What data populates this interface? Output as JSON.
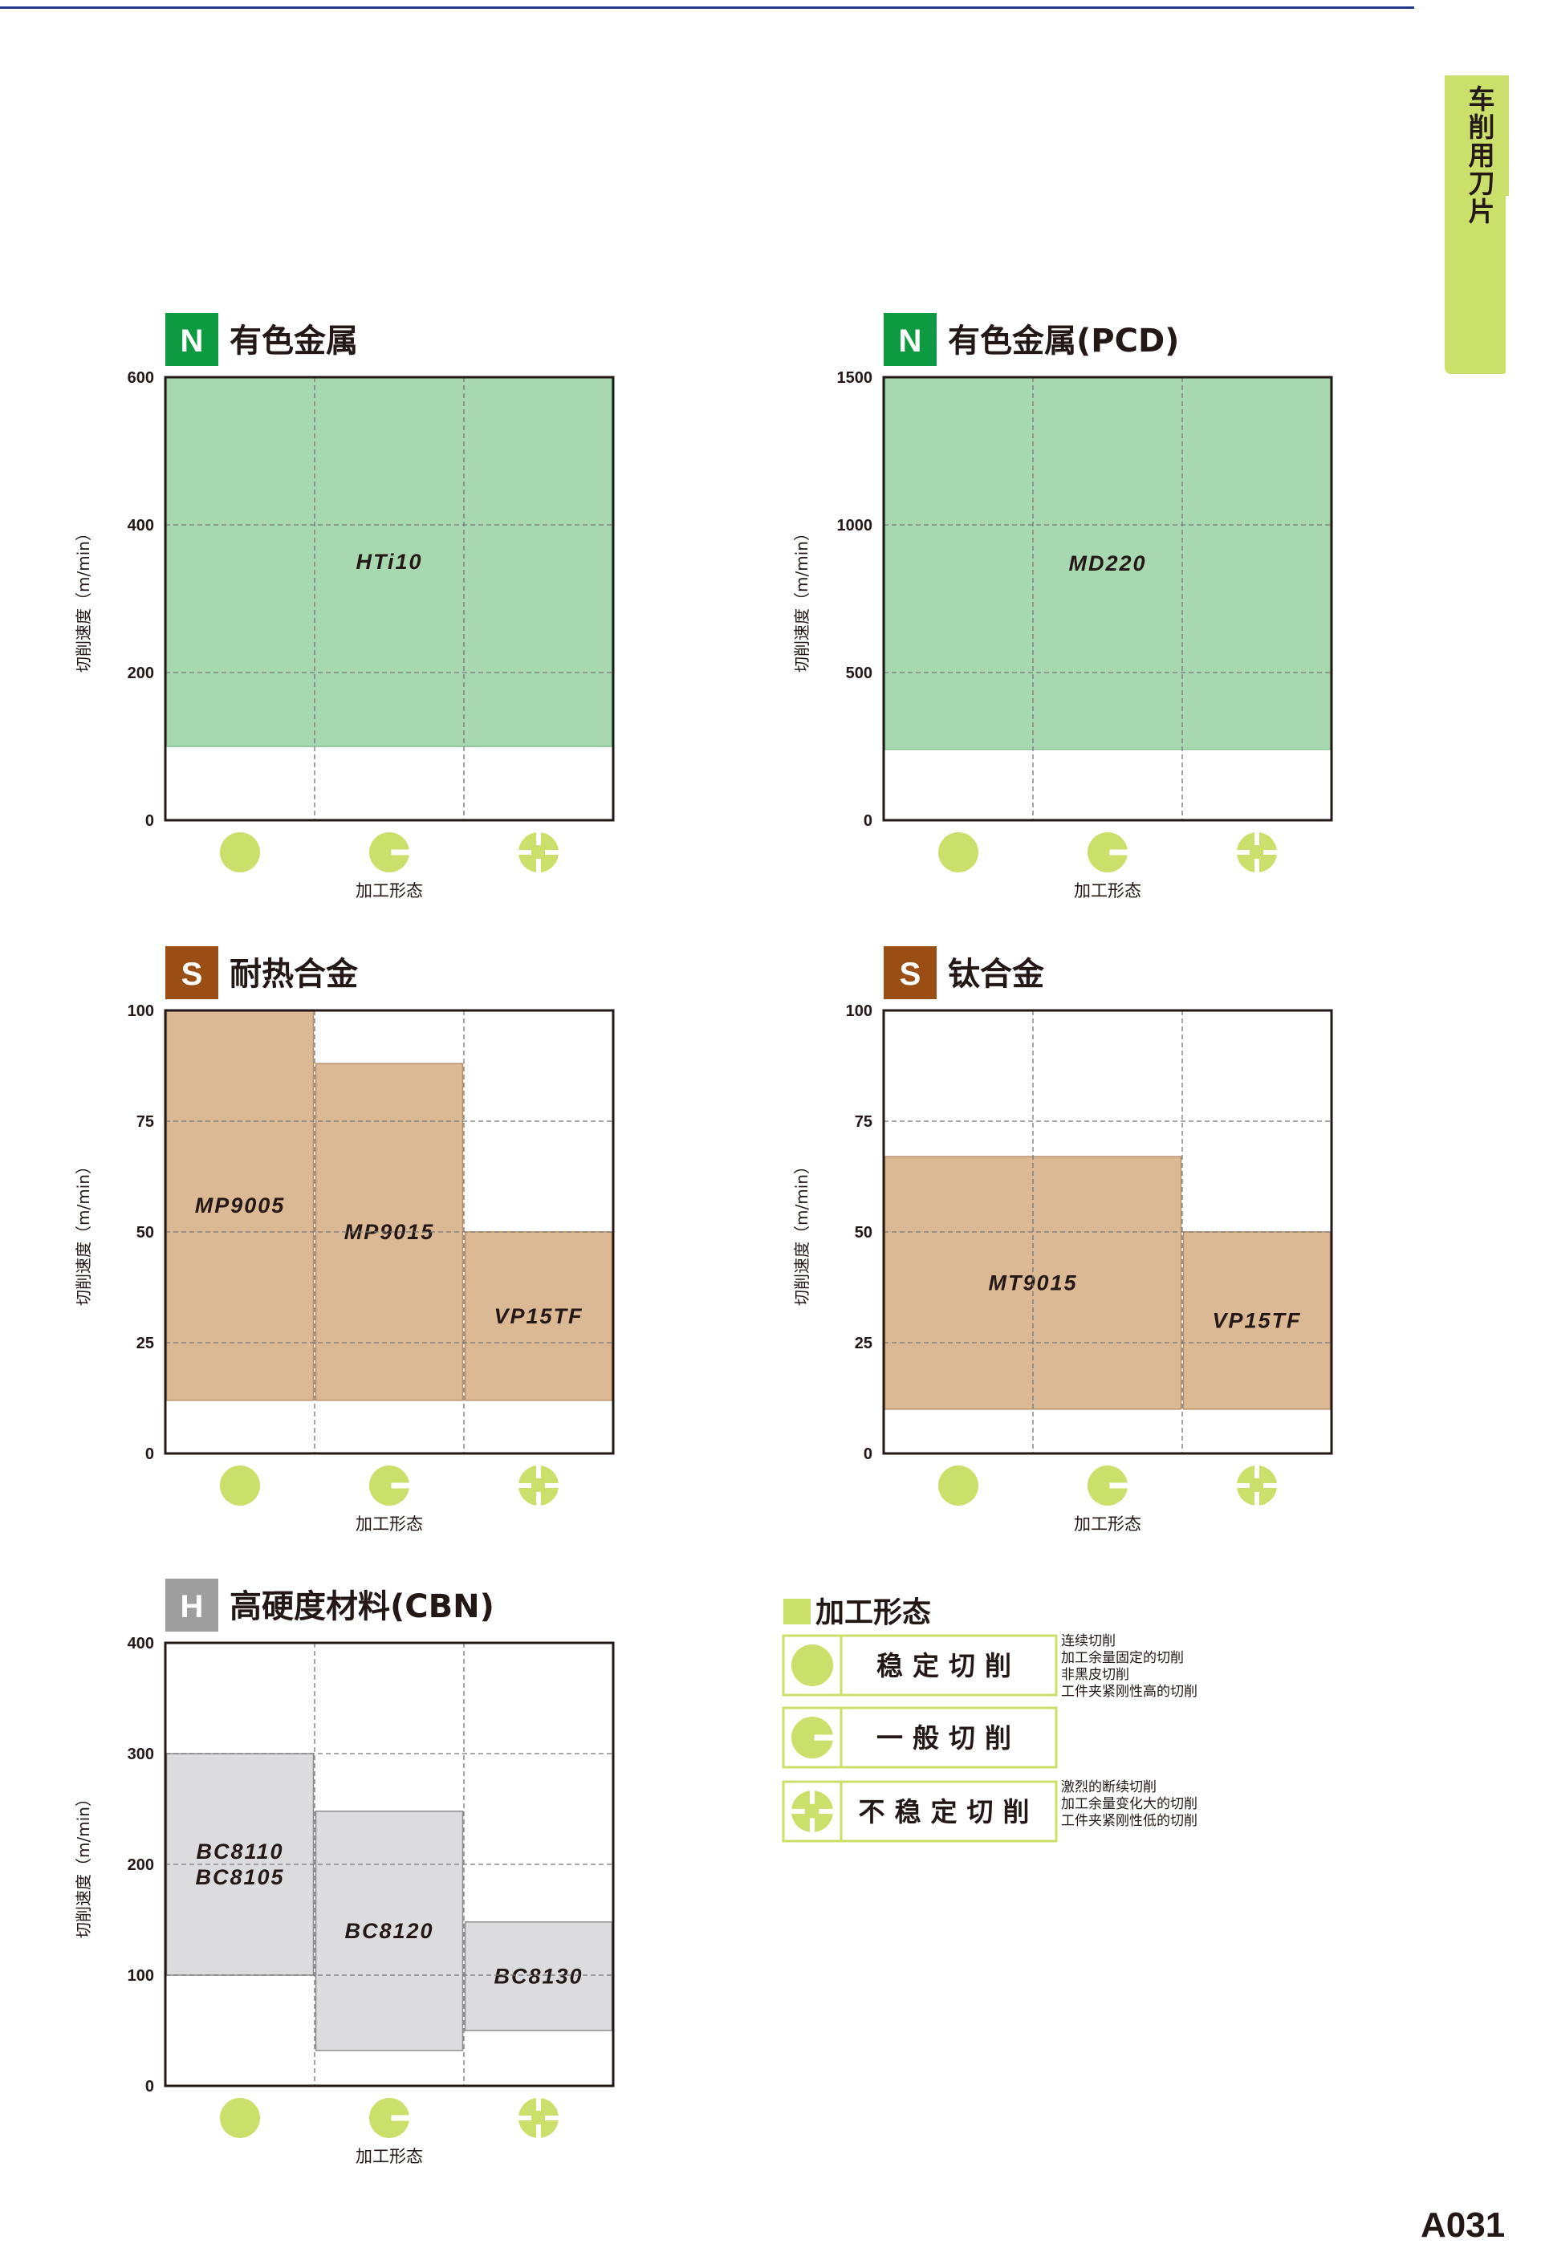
{
  "side_tab": {
    "label": "车削用刀片"
  },
  "page_number": "A031",
  "colors": {
    "N": "#0e9a40",
    "S": "#9a4e13",
    "H": "#9e9e9e",
    "fill_N": "#a8d8b0",
    "fill_S": "#dbb995",
    "fill_H": "#dcdcde",
    "accent": "#cbe06a",
    "icon": "#cbe06a"
  },
  "chart_data": [
    {
      "type": "bar",
      "badge": "N",
      "title": "有色金属",
      "ylabel": "切削速度（m/min）",
      "xlabel": "加工形态",
      "ylim": [
        0,
        600
      ],
      "yticks": [
        0,
        200,
        400,
        600
      ],
      "categories": [
        "stable-cutting-icon",
        "general-cutting-icon",
        "unstable-cutting-icon"
      ],
      "series": [
        {
          "name": "HTi10",
          "lines": [
            "HTi10"
          ],
          "x_start": 0,
          "x_end": 3,
          "y_min": 100,
          "y_max": 600
        }
      ]
    },
    {
      "type": "bar",
      "badge": "N",
      "title": "有色金属(PCD)",
      "ylabel": "切削速度（m/min）",
      "xlabel": "加工形态",
      "ylim": [
        0,
        1500
      ],
      "yticks": [
        0,
        500,
        1000,
        1500
      ],
      "categories": [
        "stable-cutting-icon",
        "general-cutting-icon",
        "unstable-cutting-icon"
      ],
      "series": [
        {
          "name": "MD220",
          "lines": [
            "MD220"
          ],
          "x_start": 0,
          "x_end": 3,
          "y_min": 240,
          "y_max": 1500
        }
      ]
    },
    {
      "type": "bar",
      "badge": "S",
      "title": "耐热合金",
      "ylabel": "切削速度（m/min）",
      "xlabel": "加工形态",
      "ylim": [
        0,
        100
      ],
      "yticks": [
        0,
        25,
        50,
        75,
        100
      ],
      "categories": [
        "stable-cutting-icon",
        "general-cutting-icon",
        "unstable-cutting-icon"
      ],
      "series": [
        {
          "name": "MP9005",
          "lines": [
            "MP9005"
          ],
          "x_start": 0,
          "x_end": 1,
          "y_min": 12,
          "y_max": 100
        },
        {
          "name": "MP9015",
          "lines": [
            "MP9015"
          ],
          "x_start": 1,
          "x_end": 2,
          "y_min": 12,
          "y_max": 88
        },
        {
          "name": "VP15TF",
          "lines": [
            "VP15TF"
          ],
          "x_start": 2,
          "x_end": 3,
          "y_min": 12,
          "y_max": 50
        }
      ]
    },
    {
      "type": "bar",
      "badge": "S",
      "title": "钛合金",
      "ylabel": "切削速度（m/min）",
      "xlabel": "加工形态",
      "ylim": [
        0,
        100
      ],
      "yticks": [
        0,
        25,
        50,
        75,
        100
      ],
      "categories": [
        "stable-cutting-icon",
        "general-cutting-icon",
        "unstable-cutting-icon"
      ],
      "series": [
        {
          "name": "MT9015",
          "lines": [
            "MT9015"
          ],
          "x_start": 0,
          "x_end": 2,
          "y_min": 10,
          "y_max": 67
        },
        {
          "name": "VP15TF",
          "lines": [
            "VP15TF"
          ],
          "x_start": 2,
          "x_end": 3,
          "y_min": 10,
          "y_max": 50
        }
      ]
    },
    {
      "type": "bar",
      "badge": "H",
      "title": "高硬度材料(CBN)",
      "ylabel": "切削速度（m/min）",
      "xlabel": "加工形态",
      "ylim": [
        0,
        400
      ],
      "yticks": [
        0,
        100,
        200,
        300,
        400
      ],
      "categories": [
        "stable-cutting-icon",
        "general-cutting-icon",
        "unstable-cutting-icon"
      ],
      "series": [
        {
          "name": "BC8110 BC8105",
          "lines": [
            "BC8110",
            "BC8105"
          ],
          "x_start": 0,
          "x_end": 1,
          "y_min": 100,
          "y_max": 300
        },
        {
          "name": "BC8120",
          "lines": [
            "BC8120"
          ],
          "x_start": 1,
          "x_end": 2,
          "y_min": 32,
          "y_max": 248
        },
        {
          "name": "BC8130",
          "lines": [
            "BC8130"
          ],
          "x_start": 2,
          "x_end": 3,
          "y_min": 50,
          "y_max": 148
        }
      ]
    }
  ],
  "legend": {
    "title": "加工形态",
    "items": [
      {
        "icon": "stable-cutting-icon",
        "label": "稳定切削",
        "desc": [
          "连续切削",
          "加工余量固定的切削",
          "非黑皮切削",
          "工件夹紧刚性高的切削"
        ]
      },
      {
        "icon": "general-cutting-icon",
        "label": "一般切削",
        "desc": []
      },
      {
        "icon": "unstable-cutting-icon",
        "label": "不稳定切削",
        "desc": [
          "激烈的断续切削",
          "加工余量变化大的切削",
          "工件夹紧刚性低的切削"
        ]
      }
    ]
  }
}
